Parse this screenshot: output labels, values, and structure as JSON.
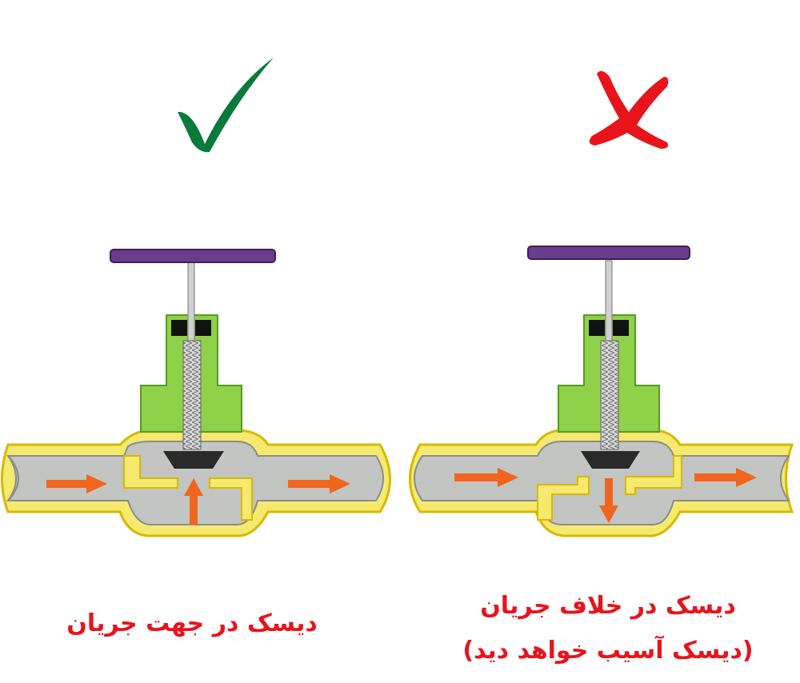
{
  "left_panel": {
    "verdict_icon": "check-mark-icon",
    "verdict_color": "#0a7a3c",
    "caption": "دیسک در جهت جریان"
  },
  "right_panel": {
    "verdict_icon": "cross-mark-icon",
    "verdict_color": "#e8141c",
    "caption_line1": "دیسک در خلاف جریان",
    "caption_line2": "(دیسک آسیب خواهد دید)"
  },
  "colors": {
    "pipe_wall": "#f5ea6e",
    "pipe_outline": "#d8b800",
    "pipe_interior": "#c2c5c2",
    "bonnet": "#8fd24a",
    "handwheel": "#6a3c8c",
    "disc": "#2a2a2a",
    "flow_arrow": "#f0661e"
  }
}
